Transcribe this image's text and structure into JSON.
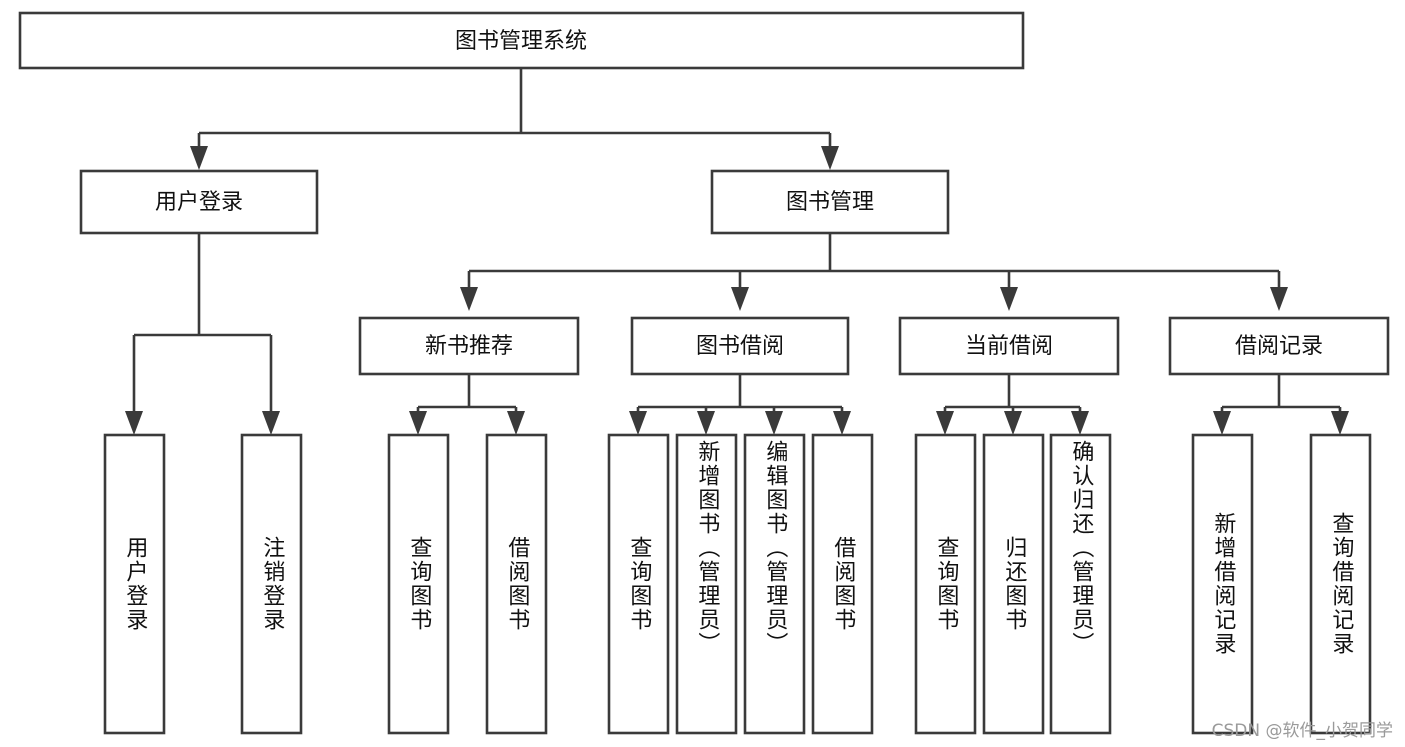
{
  "diagram": {
    "title": "图书管理系统",
    "type": "hierarchy-tree",
    "orientation": "top-down",
    "colors": {
      "box_fill": "#ffffff",
      "box_stroke": "#3a3a3a",
      "text": "#111111",
      "background": "#ffffff",
      "watermark": "#9a9a9a"
    },
    "root": {
      "label": "图书管理系统",
      "children": [
        {
          "label": "用户登录",
          "children": [
            {
              "label": "用户登录"
            },
            {
              "label": "注销登录"
            }
          ]
        },
        {
          "label": "图书管理",
          "children": [
            {
              "label": "新书推荐",
              "children": [
                {
                  "label": "查询图书"
                },
                {
                  "label": "借阅图书"
                }
              ]
            },
            {
              "label": "图书借阅",
              "children": [
                {
                  "label": "查询图书"
                },
                {
                  "label": "新增图书（管理员）"
                },
                {
                  "label": "编辑图书（管理员）"
                },
                {
                  "label": "借阅图书"
                }
              ]
            },
            {
              "label": "当前借阅",
              "children": [
                {
                  "label": "查询图书"
                },
                {
                  "label": "归还图书"
                },
                {
                  "label": "确认归还（管理员）"
                }
              ]
            },
            {
              "label": "借阅记录",
              "children": [
                {
                  "label": "新增借阅记录"
                },
                {
                  "label": "查询借阅记录"
                }
              ]
            }
          ]
        }
      ]
    },
    "nodes": {
      "root_title": "图书管理系统",
      "level2": [
        "用户登录",
        "图书管理"
      ],
      "level3": [
        "新书推荐",
        "图书借阅",
        "当前借阅",
        "借阅记录"
      ],
      "leaves_user_login": [
        "用户登录",
        "注销登录"
      ],
      "leaves_new_book": [
        "查询图书",
        "借阅图书"
      ],
      "leaves_borrow": [
        "查询图书",
        "新增图书（管理员）",
        "编辑图书（管理员）",
        "借阅图书"
      ],
      "leaves_current": [
        "查询图书",
        "归还图书",
        "确认归还（管理员）"
      ],
      "leaves_record": [
        "新增借阅记录",
        "查询借阅记录"
      ]
    },
    "watermark": "CSDN @软件_小贺同学"
  }
}
